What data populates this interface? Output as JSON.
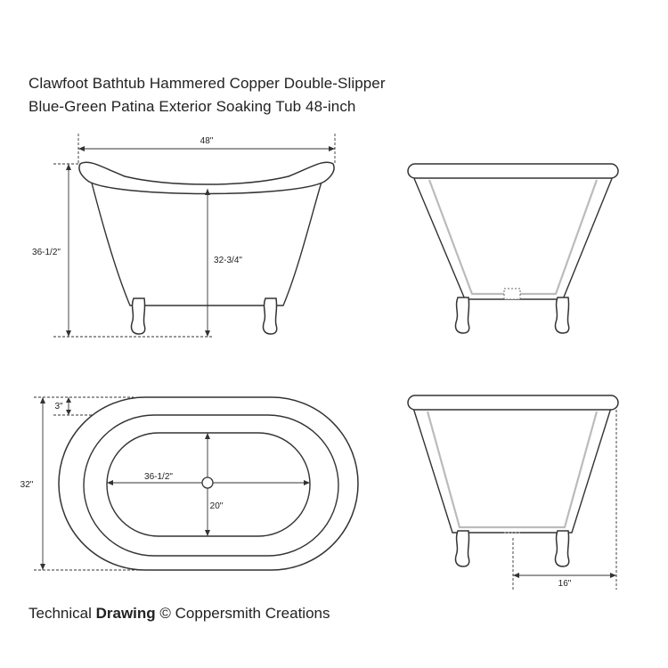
{
  "title": {
    "line1": "Clawfoot Bathtub Hammered Copper Double-Slipper",
    "line2": "Blue-Green Patina Exterior Soaking Tub 48-inch"
  },
  "dimensions": {
    "length": "48\"",
    "height": "36-1/2\"",
    "inner_depth": "32-3/4\"",
    "width": "32\"",
    "rim": "3\"",
    "inner_length": "36-1/2\"",
    "inner_width": "20\"",
    "foot_offset": "16\""
  },
  "footer": {
    "prefix": "Technical ",
    "bold": "Drawing",
    "suffix": " © Coppersmith Creations"
  }
}
